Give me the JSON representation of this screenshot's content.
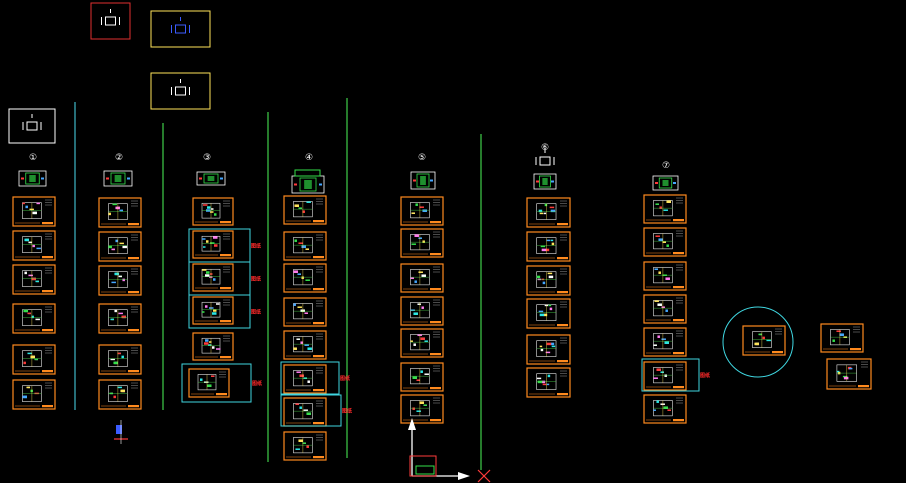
{
  "colors": {
    "background": "#000000",
    "sheet_border": "#ff8a1e",
    "title_block": "#ff8a1e",
    "highlight": "#3fd6e0",
    "divider_green": "#3fcf4a",
    "divider_cyan": "#3fb8c8",
    "tag_red": "#ff2a2a",
    "white": "#ffffff",
    "yellow": "#ffe45a"
  },
  "group_labels": [
    "①",
    "②",
    "③",
    "④",
    "⑤",
    "⑥",
    "⑦"
  ],
  "highlight_tag": "图纸",
  "ucs": {
    "x_icon": "x-axis-icon",
    "y_icon": "y-axis-icon"
  }
}
